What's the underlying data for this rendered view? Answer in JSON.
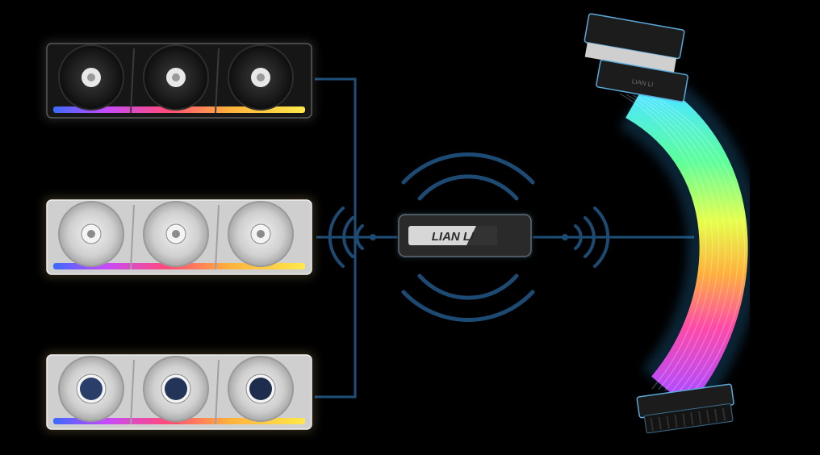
{
  "receiver": {
    "brand_label": "LIAN LI"
  },
  "connector": {
    "brand_label": "LIAN LI"
  },
  "fan_rows": [
    {
      "finish": "black",
      "count": 3,
      "hub": "white-logo"
    },
    {
      "finish": "white",
      "count": 3,
      "hub": "white-logo"
    },
    {
      "finish": "white",
      "count": 3,
      "hub": "display-screen"
    }
  ],
  "colors": {
    "background": "#000000",
    "link_line": "#1e4f78",
    "signal_wave": "#1d4a72",
    "glow": "#2a8fd0",
    "fan_black": "#1a1a1a",
    "fan_white": "#d9d9d9"
  },
  "icons": {
    "left_signal": "wireless-signal-icon",
    "right_signal": "wireless-signal-icon",
    "receiver_waves": "broadcast-waves-icon"
  }
}
